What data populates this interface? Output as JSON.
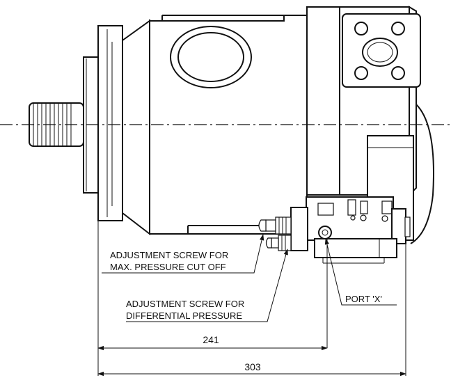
{
  "labels": {
    "adj_max_line1": "ADJUSTMENT SCREW FOR",
    "adj_max_line2": "MAX. PRESSURE CUT OFF",
    "adj_diff_line1": "ADJUSTMENT SCREW FOR",
    "adj_diff_line2": "DIFFERENTIAL PRESSURE",
    "port_x": "PORT 'X'"
  },
  "dimensions": {
    "dim_241": "241",
    "dim_303": "303"
  },
  "colors": {
    "line": "#111111",
    "background": "#ffffff"
  }
}
